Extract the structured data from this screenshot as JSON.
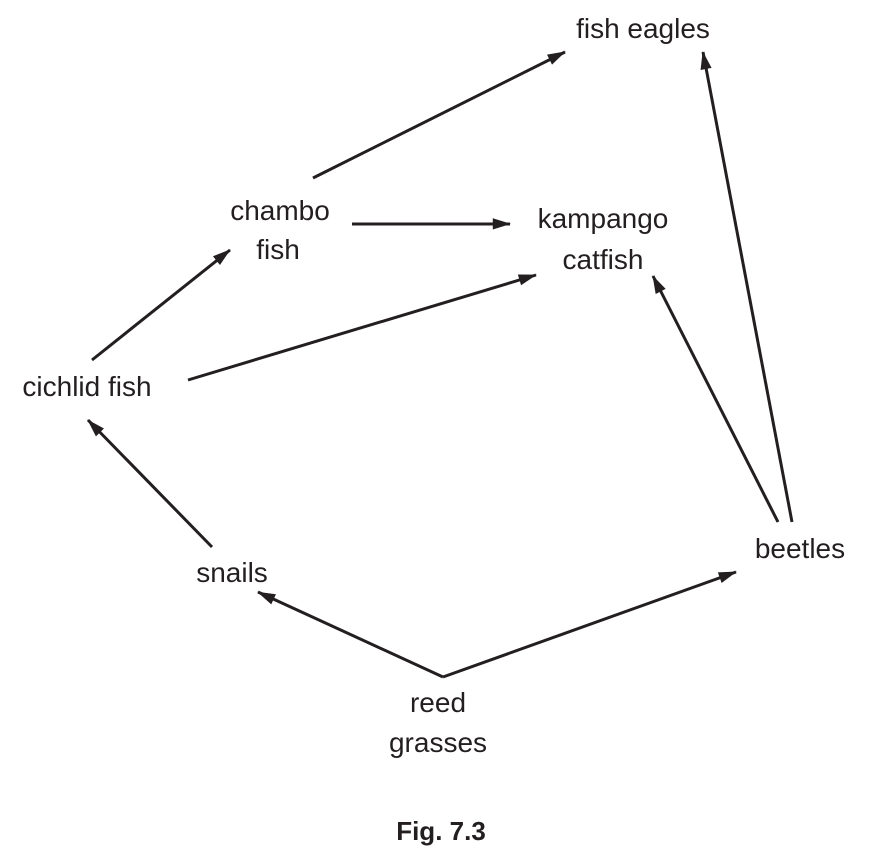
{
  "organisms": {
    "fish_eagles": "fish eagles",
    "chambo_line1": "chambo",
    "chambo_line2": "fish",
    "kampango_line1": "kampango",
    "kampango_line2": "catfish",
    "cichlid": "cichlid fish",
    "snails": "snails",
    "beetles": "beetles",
    "reed_line1": "reed",
    "reed_line2": "grasses"
  },
  "links": [
    {
      "from": "chambo fish",
      "to": "fish eagles"
    },
    {
      "from": "chambo fish",
      "to": "kampango catfish"
    },
    {
      "from": "cichlid fish",
      "to": "chambo fish"
    },
    {
      "from": "cichlid fish",
      "to": "kampango catfish"
    },
    {
      "from": "snails",
      "to": "cichlid fish"
    },
    {
      "from": "reed grasses",
      "to": "snails"
    },
    {
      "from": "reed grasses",
      "to": "beetles"
    },
    {
      "from": "beetles",
      "to": "kampango catfish"
    },
    {
      "from": "beetles",
      "to": "fish eagles"
    }
  ],
  "caption": "Fig. 7.3"
}
